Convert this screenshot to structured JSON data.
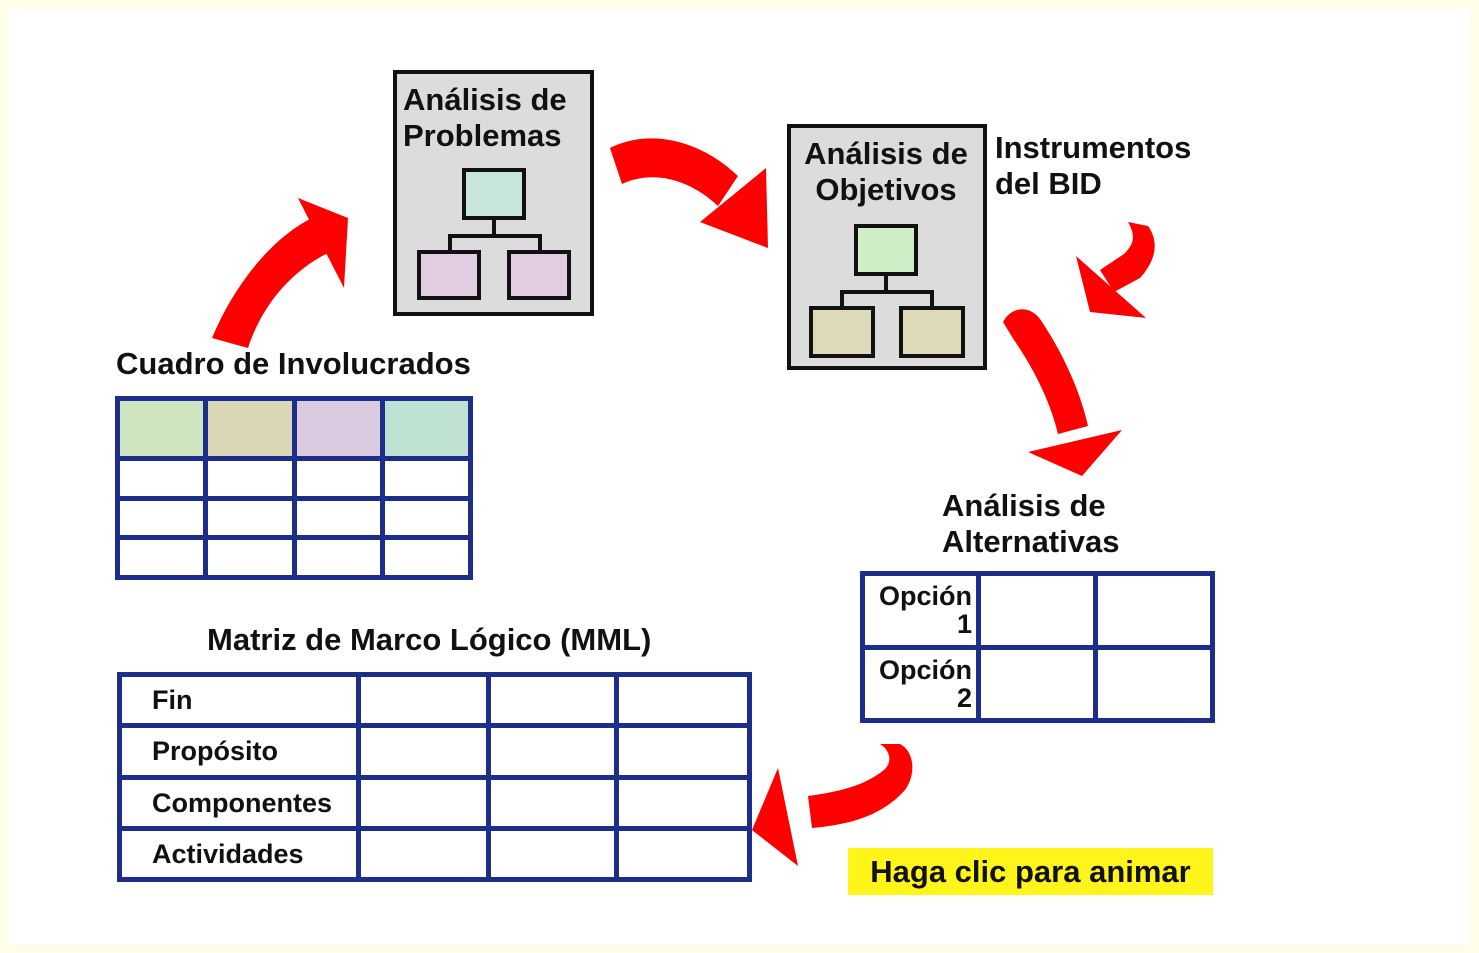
{
  "problems_box": {
    "title": "Análisis de\nProblemas",
    "node_colors": {
      "top": "#c9e6da",
      "bottom": "#e1cde2"
    }
  },
  "objectives_box": {
    "title": "Análisis de\nObjetivos",
    "node_colors": {
      "top": "#cfeec7",
      "bottom": "#dcdab9"
    }
  },
  "instrumentos_label": "Instrumentos\ndel BID",
  "stakeholders": {
    "title": "Cuadro de Involucrados",
    "header_colors": [
      "#cfe5bf",
      "#d9d7b5",
      "#dccbe0",
      "#bee1d1"
    ],
    "rows": 4,
    "cols": 4
  },
  "alternatives": {
    "title": "Análisis de\nAlternativas",
    "options": [
      "Opción\n1",
      "Opción\n2"
    ]
  },
  "mml": {
    "title": "Matriz de Marco Lógico (MML)",
    "rows": [
      "Fin",
      "Propósito",
      "Componentes",
      "Actividades"
    ]
  },
  "cta": {
    "label": "Haga clic para animar"
  },
  "colors": {
    "arrow": "#ff0000",
    "grid": "#1c2d8a",
    "background": "#fefde8",
    "cta_bg": "#fff51a"
  }
}
